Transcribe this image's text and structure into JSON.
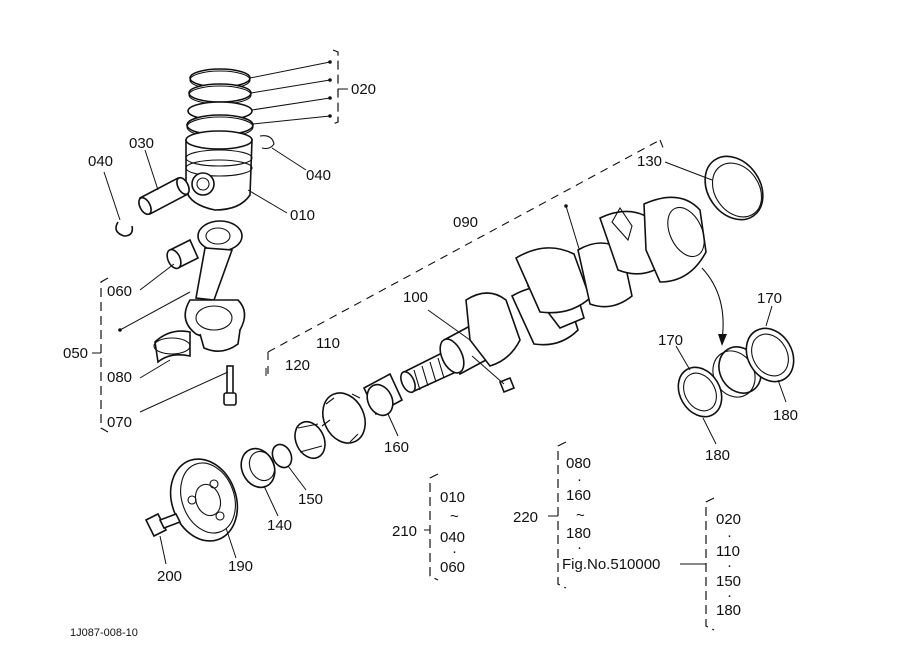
{
  "drawing_code": "1J087-008-10",
  "part_callouts": {
    "p010": "010",
    "p020": "020",
    "p030": "030",
    "p040_left": "040",
    "p040_right": "040",
    "p050": "050",
    "p060": "060",
    "p070": "070",
    "p080": "080",
    "p090": "090",
    "p100": "100",
    "p110": "110",
    "p120": "120",
    "p130": "130",
    "p140": "140",
    "p150": "150",
    "p160": "160",
    "p170_left": "170",
    "p170_right": "170",
    "p180_left": "180",
    "p180_right": "180",
    "p190": "190",
    "p200": "200"
  },
  "set_210": {
    "label": "210",
    "items": [
      "010",
      "~",
      "040",
      "·",
      "060"
    ]
  },
  "set_220": {
    "label": "220",
    "items": [
      "080",
      "·",
      "160",
      "~",
      "180",
      "·"
    ],
    "reference": "Fig.No.510000",
    "sub_items": [
      "020",
      "·",
      "110",
      "·",
      "150",
      "·",
      "180"
    ]
  }
}
